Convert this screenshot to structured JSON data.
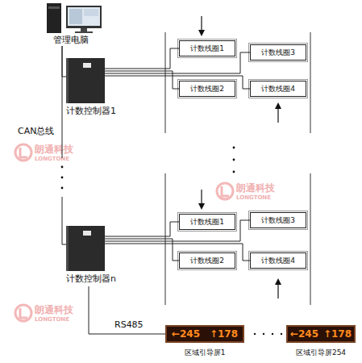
{
  "diagram": {
    "nodes": [
      {
        "text": [
          "管理电脑"
        ]
      },
      {
        "text": [
          "计数控制器1"
        ]
      },
      {
        "text": [
          "计数线圈1"
        ]
      },
      {
        "text": [
          "计数线圈2"
        ]
      },
      {
        "text": [
          "计数线圈3"
        ]
      },
      {
        "text": [
          "计数线圈4"
        ]
      },
      {
        "text": [
          "计数控制器n"
        ]
      },
      {
        "text": [
          "计数线圈1"
        ]
      },
      {
        "text": [
          "计数线圈2"
        ]
      },
      {
        "text": [
          "计数线圈3"
        ]
      },
      {
        "text": [
          "计数线圈4"
        ]
      },
      {
        "text": [
          "←245",
          "↑178",
          "区域引导屏1"
        ]
      },
      {
        "text": [
          "←245",
          "↑178",
          "区域引导屏254"
        ]
      }
    ],
    "edges": [
      {
        "from": 0,
        "to": 1,
        "arrow": "none"
      },
      {
        "from": 0,
        "to": 6,
        "arrow": "none"
      },
      {
        "from": 1,
        "to": 2,
        "arrow": "none"
      },
      {
        "from": 1,
        "to": 3,
        "arrow": "none"
      },
      {
        "from": 1,
        "to": 4,
        "arrow": "none"
      },
      {
        "from": 1,
        "to": 5,
        "arrow": "none"
      },
      {
        "from": 6,
        "to": 7,
        "arrow": "none"
      },
      {
        "from": 6,
        "to": 8,
        "arrow": "none"
      },
      {
        "from": 6,
        "to": 9,
        "arrow": "none"
      },
      {
        "from": 6,
        "to": 10,
        "arrow": "none"
      },
      {
        "from": 6,
        "to": 11,
        "label": "RS485",
        "arrow": "none"
      }
    ],
    "labels": [
      "CAN总线",
      "朗通科技",
      "LONGTONE",
      "朗通科技",
      "LONGTONE",
      "朗通科技",
      "LONGTONE"
    ]
  }
}
